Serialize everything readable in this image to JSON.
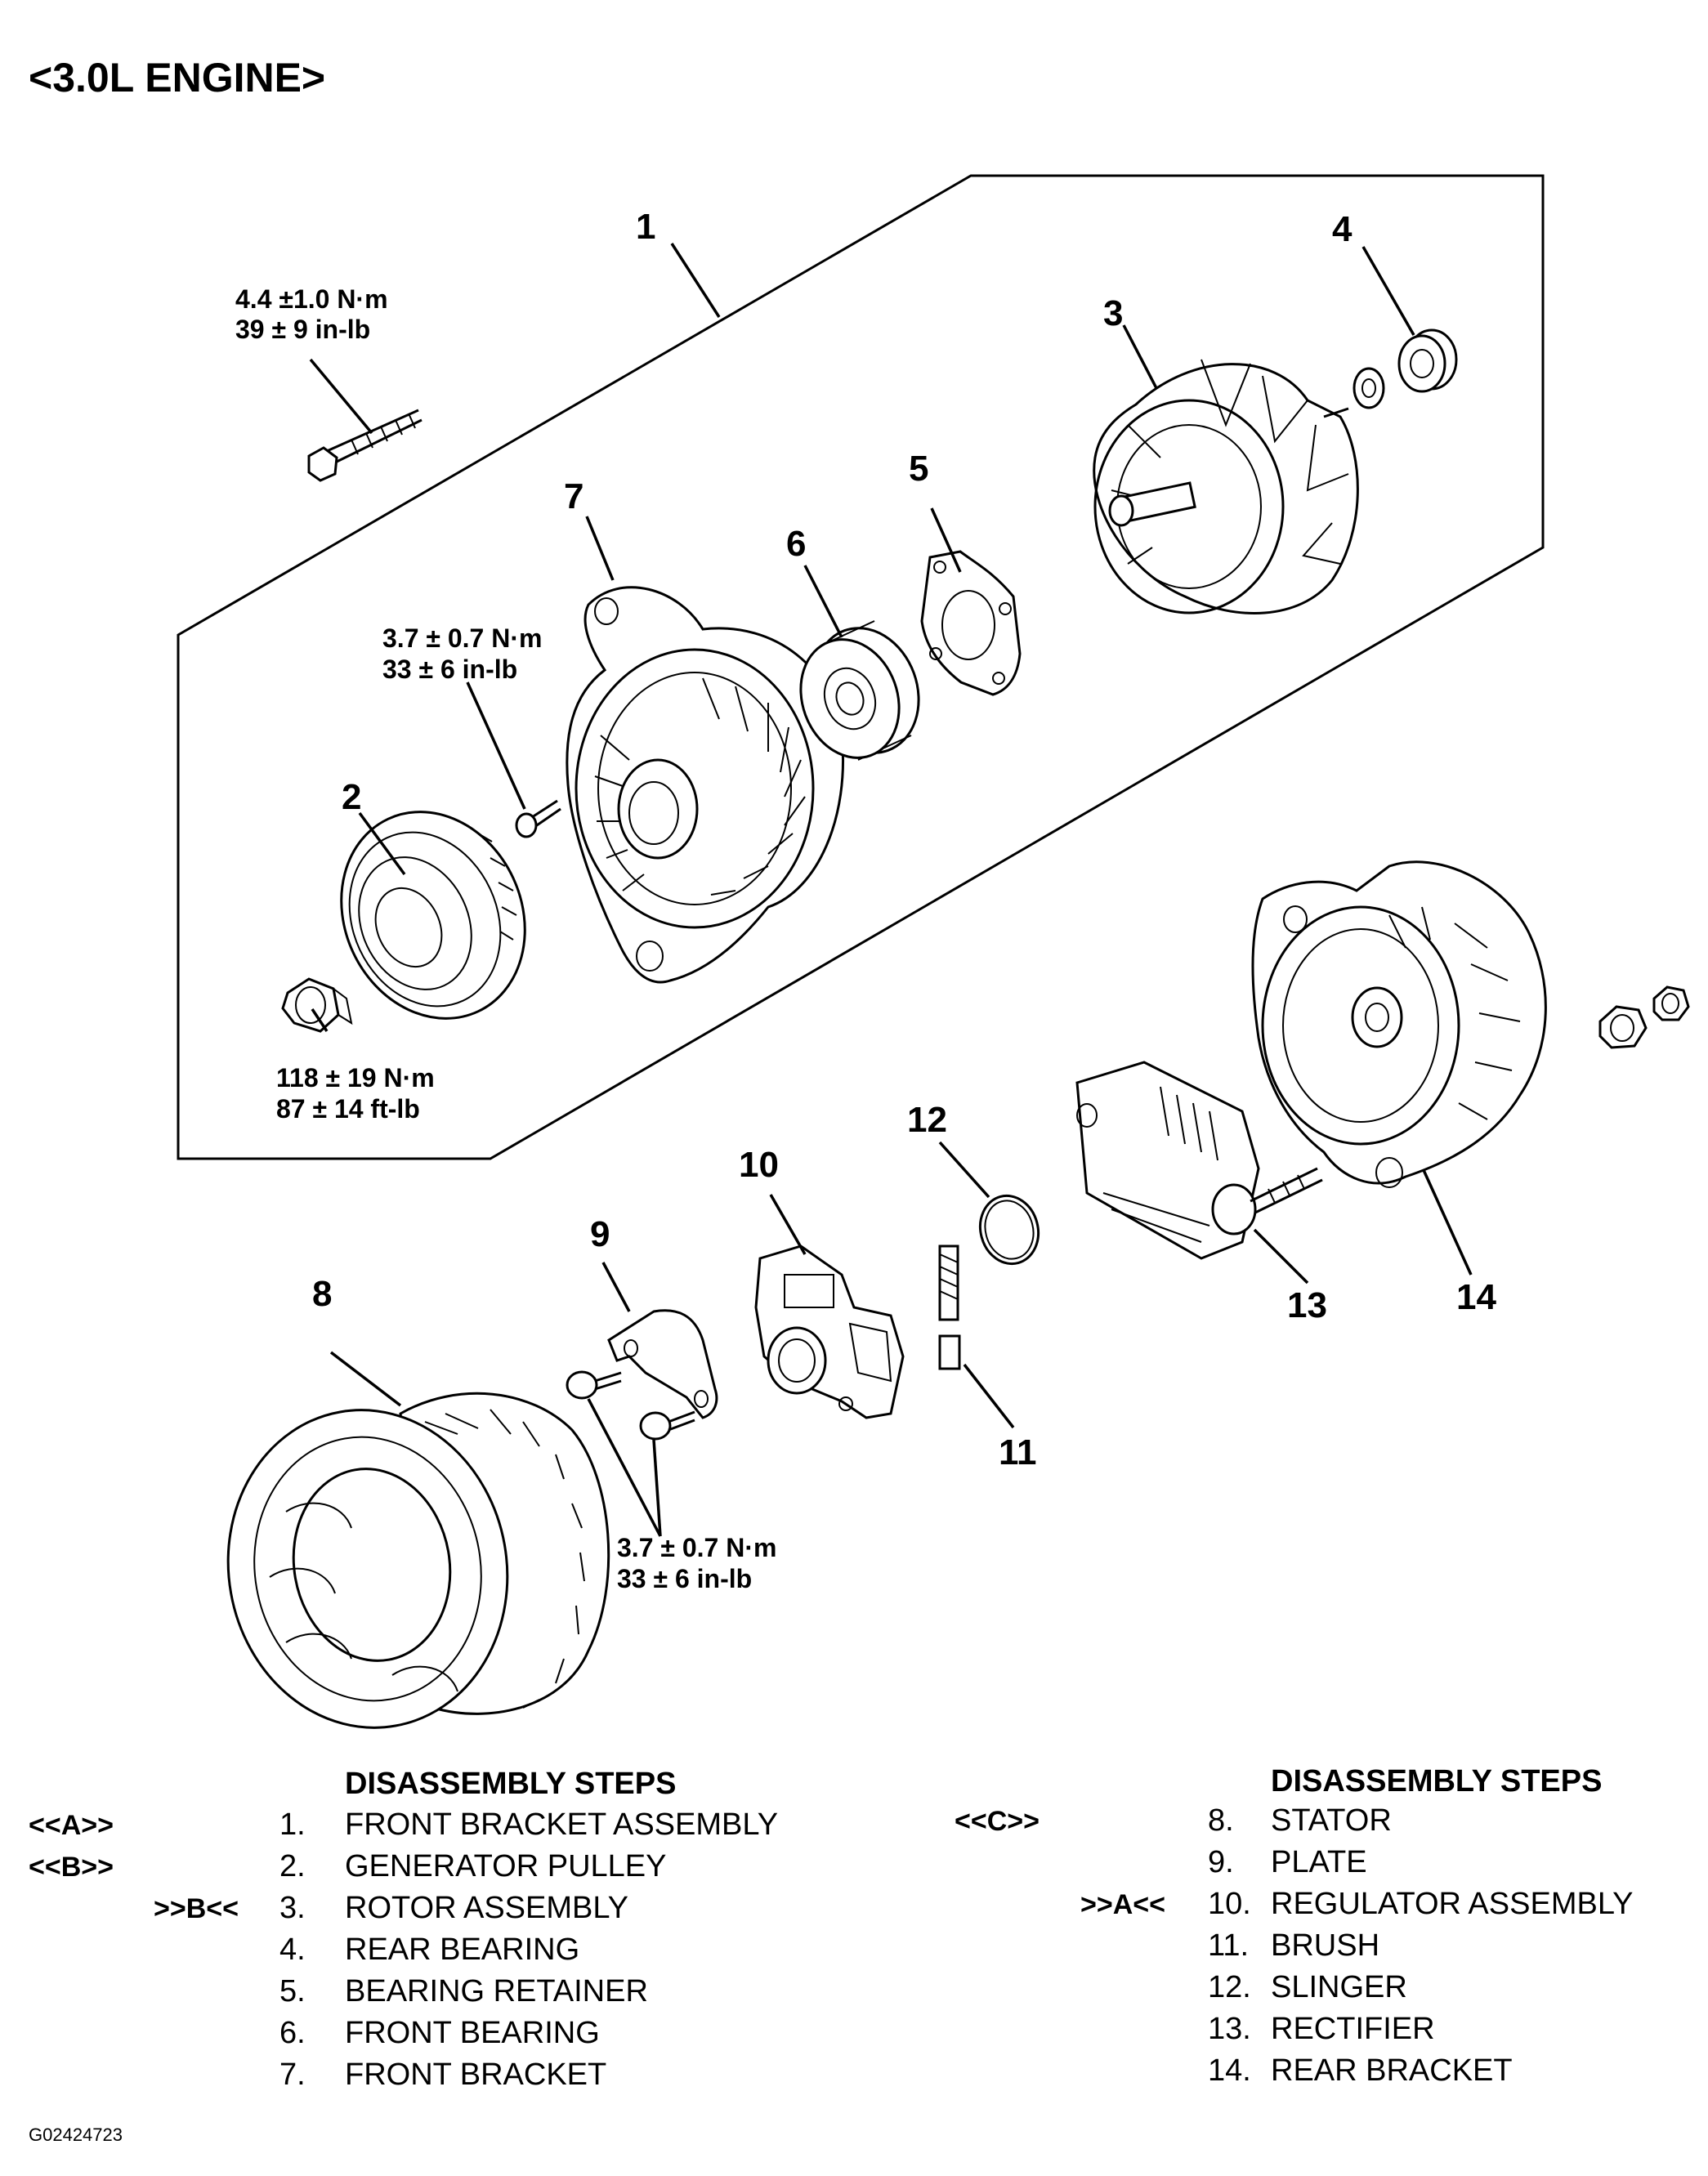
{
  "title": "<3.0L ENGINE>",
  "figure_id": "G02424723",
  "callouts": [
    {
      "num": "1"
    },
    {
      "num": "2"
    },
    {
      "num": "3"
    },
    {
      "num": "4"
    },
    {
      "num": "5"
    },
    {
      "num": "6"
    },
    {
      "num": "7"
    },
    {
      "num": "8"
    },
    {
      "num": "9"
    },
    {
      "num": "10"
    },
    {
      "num": "11"
    },
    {
      "num": "12"
    },
    {
      "num": "13"
    },
    {
      "num": "14"
    }
  ],
  "torques": [
    {
      "line1": "4.4 ±1.0  N·m",
      "line2": "39 ± 9 in-lb"
    },
    {
      "line1": "3.7 ± 0.7 N·m",
      "line2": "33 ± 6 in-lb"
    },
    {
      "line1": "118 ± 19 N·m",
      "line2": "87 ± 14 ft-lb"
    },
    {
      "line1": "3.7 ± 0.7 N·m",
      "line2": "33 ± 6 in-lb"
    }
  ],
  "steps_left": {
    "heading": "DISASSEMBLY STEPS",
    "items": [
      {
        "code": "<<A>>",
        "num": "1.",
        "label": "FRONT BRACKET ASSEMBLY"
      },
      {
        "code": "<<B>>",
        "num": "2.",
        "label": "GENERATOR PULLEY"
      },
      {
        "code": ">>B<<",
        "num": "3.",
        "label": "ROTOR ASSEMBLY"
      },
      {
        "code": "",
        "num": "4.",
        "label": "REAR BEARING"
      },
      {
        "code": "",
        "num": "5.",
        "label": "BEARING RETAINER"
      },
      {
        "code": "",
        "num": "6.",
        "label": "FRONT BEARING"
      },
      {
        "code": "",
        "num": "7.",
        "label": "FRONT BRACKET"
      }
    ]
  },
  "steps_right": {
    "heading": "DISASSEMBLY STEPS",
    "items": [
      {
        "code": "<<C>>",
        "num": "8.",
        "label": "STATOR"
      },
      {
        "code": "",
        "num": "9.",
        "label": "PLATE"
      },
      {
        "code": ">>A<<",
        "num": "10.",
        "label": "REGULATOR ASSEMBLY"
      },
      {
        "code": "",
        "num": "11.",
        "label": "BRUSH"
      },
      {
        "code": "",
        "num": "12.",
        "label": "SLINGER"
      },
      {
        "code": "",
        "num": "13.",
        "label": "RECTIFIER"
      },
      {
        "code": "",
        "num": "14.",
        "label": "REAR BRACKET"
      }
    ]
  }
}
